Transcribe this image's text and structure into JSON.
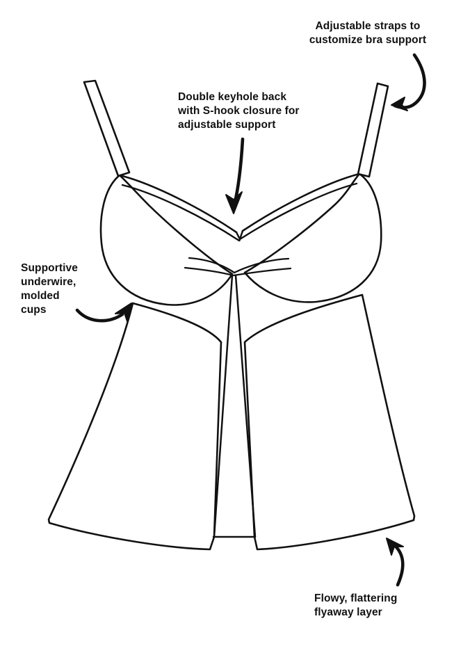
{
  "illustration": {
    "subject": "tankini-swim-top-technical-sketch",
    "line_color": "#111111",
    "fill_color": "#ffffff",
    "background_color": "#ffffff"
  },
  "callouts": {
    "straps": {
      "text": "Adjustable straps to\ncustomize bra support",
      "arrow": "curved-arrow-down-left"
    },
    "keyhole": {
      "text": "Double keyhole back\nwith S-hook closure for\nadjustable support",
      "arrow": "arrow-down"
    },
    "underwire": {
      "text": "Supportive\nunderwire,\nmolded\ncups",
      "arrow": "curved-arrow-up-right"
    },
    "flyaway": {
      "text": "Flowy, flattering\nflyaway layer",
      "arrow": "curved-arrow-up-left"
    }
  }
}
